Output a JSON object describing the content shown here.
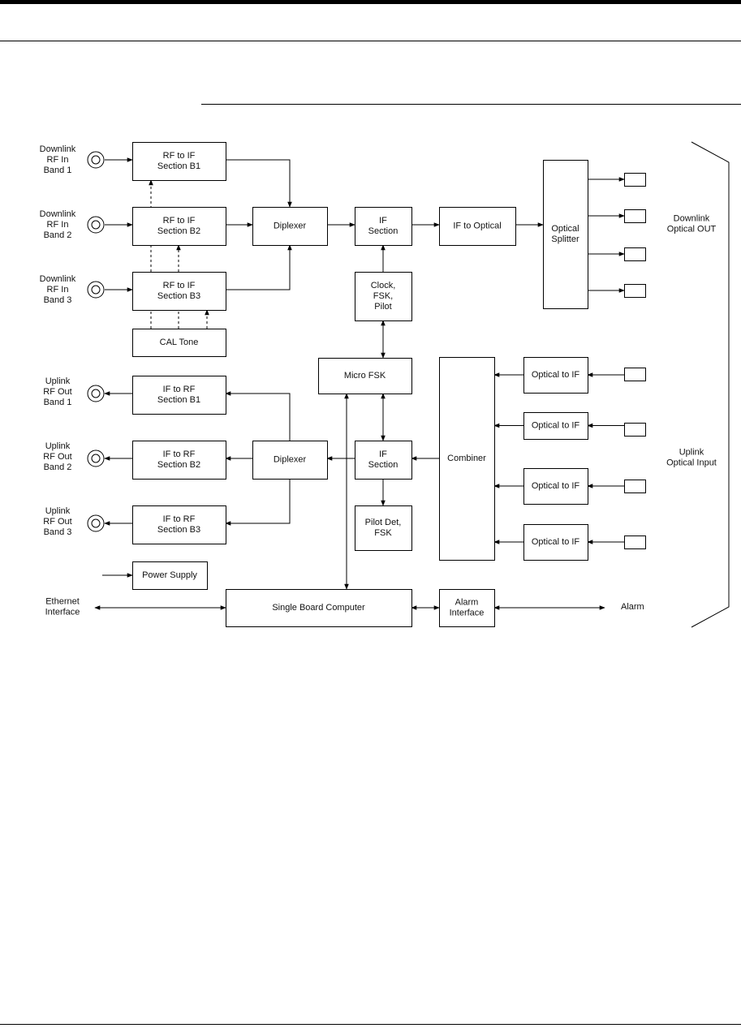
{
  "diagram": {
    "blocks": [
      {
        "id": "rfif1",
        "lines": [
          "RF to IF",
          "Section B1"
        ]
      },
      {
        "id": "rfif2",
        "lines": [
          "RF to IF",
          "Section B2"
        ]
      },
      {
        "id": "rfif3",
        "lines": [
          "RF to IF",
          "Section B3"
        ]
      },
      {
        "id": "caltone",
        "lines": [
          "CAL Tone"
        ]
      },
      {
        "id": "diplexer-dl",
        "lines": [
          "Diplexer"
        ]
      },
      {
        "id": "ifsec-dl",
        "lines": [
          "IF",
          "Section"
        ]
      },
      {
        "id": "if2opt",
        "lines": [
          "IF to Optical"
        ]
      },
      {
        "id": "splitter",
        "lines": [
          "Optical",
          "Splitter"
        ]
      },
      {
        "id": "clock",
        "lines": [
          "Clock,",
          "FSK,",
          "Pilot"
        ]
      },
      {
        "id": "microfsk",
        "lines": [
          "Micro FSK"
        ]
      },
      {
        "id": "iff1",
        "lines": [
          "IF to RF",
          "Section B1"
        ]
      },
      {
        "id": "iff2",
        "lines": [
          "IF to RF",
          "Section B2"
        ]
      },
      {
        "id": "iff3",
        "lines": [
          "IF to RF",
          "Section B3"
        ]
      },
      {
        "id": "diplexer-ul",
        "lines": [
          "Diplexer"
        ]
      },
      {
        "id": "ifsec-ul",
        "lines": [
          "IF",
          "Section"
        ]
      },
      {
        "id": "pilotdet",
        "lines": [
          "Pilot Det,",
          "FSK"
        ]
      },
      {
        "id": "combiner",
        "lines": [
          "Combiner"
        ]
      },
      {
        "id": "o2if1",
        "lines": [
          "Optical to IF"
        ]
      },
      {
        "id": "o2if2",
        "lines": [
          "Optical to IF"
        ]
      },
      {
        "id": "o2if3",
        "lines": [
          "Optical to IF"
        ]
      },
      {
        "id": "o2if4",
        "lines": [
          "Optical to IF"
        ]
      },
      {
        "id": "power",
        "lines": [
          "Power Supply"
        ]
      },
      {
        "id": "sbc",
        "lines": [
          "Single Board Computer"
        ]
      },
      {
        "id": "alarmif",
        "lines": [
          "Alarm",
          "Interface"
        ]
      }
    ],
    "labels": [
      {
        "id": "dl-rf-in-1",
        "lines": [
          "Downlink",
          "RF In",
          "Band 1"
        ]
      },
      {
        "id": "dl-rf-in-2",
        "lines": [
          "Downlink",
          "RF In",
          "Band 2"
        ]
      },
      {
        "id": "dl-rf-in-3",
        "lines": [
          "Downlink",
          "RF In",
          "Band 3"
        ]
      },
      {
        "id": "ul-rf-out-1",
        "lines": [
          "Uplink",
          "RF Out",
          "Band 1"
        ]
      },
      {
        "id": "ul-rf-out-2",
        "lines": [
          "Uplink",
          "RF Out",
          "Band 2"
        ]
      },
      {
        "id": "ul-rf-out-3",
        "lines": [
          "Uplink",
          "RF Out",
          "Band 3"
        ]
      },
      {
        "id": "ethernet",
        "lines": [
          "Ethernet",
          "Interface"
        ]
      },
      {
        "id": "alarm",
        "lines": [
          "Alarm"
        ]
      },
      {
        "id": "dl-optical-out",
        "lines": [
          "Downlink",
          "Optical OUT"
        ]
      },
      {
        "id": "ul-optical-input",
        "lines": [
          "Uplink",
          "Optical Input"
        ]
      }
    ]
  }
}
